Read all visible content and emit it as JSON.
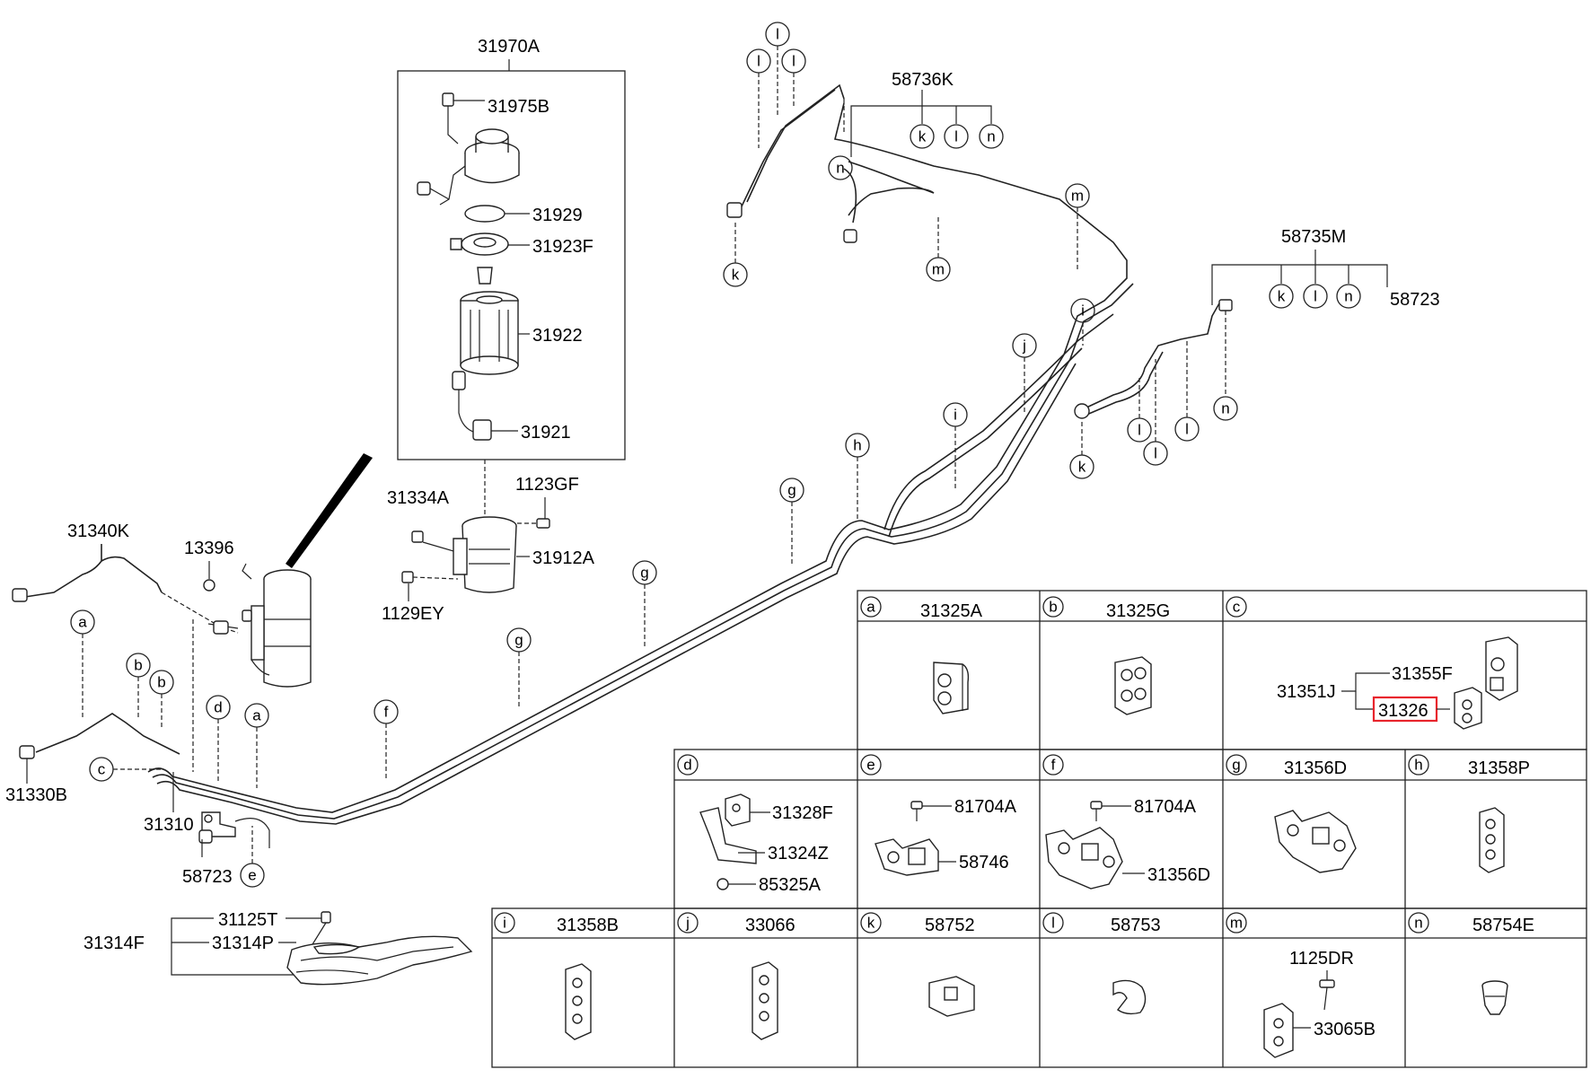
{
  "labels": {
    "p31970A": "31970A",
    "p31975B": "31975B",
    "p31929": "31929",
    "p31923F": "31923F",
    "p31922": "31922",
    "p31921": "31921",
    "p31334A": "31334A",
    "p1123GF": "1123GF",
    "p31912A": "31912A",
    "p1129EY": "1129EY",
    "p31340K": "31340K",
    "p13396": "13396",
    "p31330B": "31330B",
    "p31310": "31310",
    "p58723a": "58723",
    "p31125T": "31125T",
    "p31314F": "31314F",
    "p31314P": "31314P",
    "p58736K": "58736K",
    "p58735M": "58735M",
    "p58723b": "58723"
  },
  "callouts": {
    "a": "a",
    "b": "b",
    "c": "c",
    "d": "d",
    "e": "e",
    "f": "f",
    "g": "g",
    "h": "h",
    "i": "i",
    "j": "j",
    "k": "k",
    "l": "l",
    "m": "m",
    "n": "n"
  },
  "legend": {
    "row1": [
      {
        "letter": "a",
        "part": "31325A"
      },
      {
        "letter": "b",
        "part": "31325G"
      },
      {
        "letter": "c",
        "part": "",
        "sub": {
          "main": "31351J",
          "a": "31355F",
          "b": "31326"
        }
      }
    ],
    "row2": [
      {
        "letter": "d",
        "part": "",
        "sub": [
          "31328F",
          "31324Z",
          "85325A"
        ]
      },
      {
        "letter": "e",
        "part": "",
        "sub": [
          "81704A",
          "58746"
        ]
      },
      {
        "letter": "f",
        "part": "",
        "sub": [
          "81704A",
          "31356D"
        ]
      },
      {
        "letter": "g",
        "part": "31356D"
      },
      {
        "letter": "h",
        "part": "31358P"
      }
    ],
    "row3": [
      {
        "letter": "i",
        "part": "31358B"
      },
      {
        "letter": "j",
        "part": "33066"
      },
      {
        "letter": "k",
        "part": "58752"
      },
      {
        "letter": "l",
        "part": "58753"
      },
      {
        "letter": "m",
        "part": "",
        "sub": [
          "1125DR",
          "33065B"
        ]
      },
      {
        "letter": "n",
        "part": "58754E"
      }
    ]
  },
  "colors": {
    "line": "#222222",
    "highlight": "#e8242c",
    "background": "#ffffff"
  }
}
